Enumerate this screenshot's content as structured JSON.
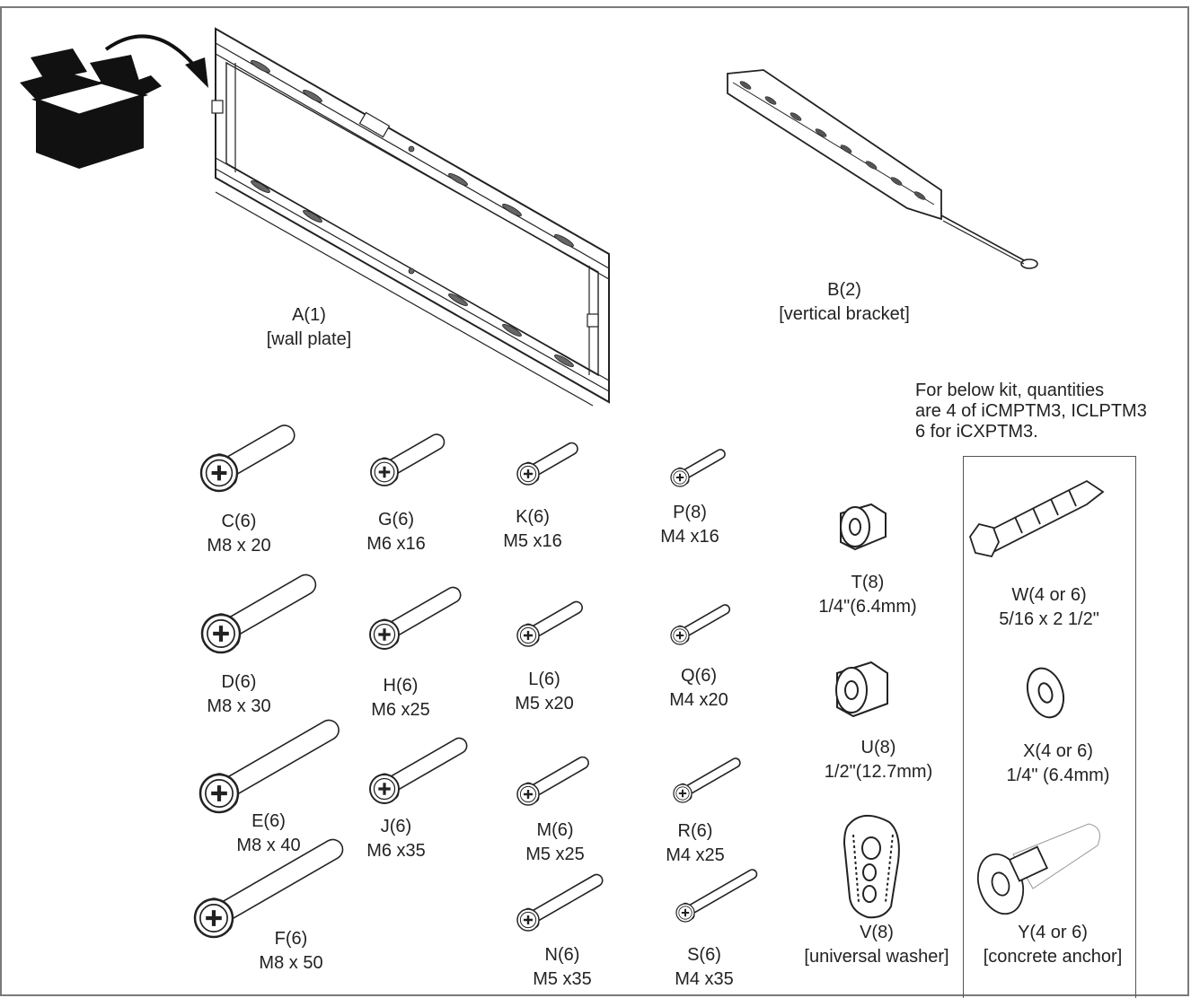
{
  "parts": {
    "A": {
      "id": "A(1)",
      "desc": "[wall plate]"
    },
    "B": {
      "id": "B(2)",
      "desc": "[vertical bracket]"
    },
    "C": {
      "id": "C(6)",
      "desc": "M8 x 20"
    },
    "D": {
      "id": "D(6)",
      "desc": "M8 x 30"
    },
    "E": {
      "id": "E(6)",
      "desc": "M8 x 40"
    },
    "F": {
      "id": "F(6)",
      "desc": "M8 x 50"
    },
    "G": {
      "id": "G(6)",
      "desc": "M6 x16"
    },
    "H": {
      "id": "H(6)",
      "desc": "M6 x25"
    },
    "J": {
      "id": "J(6)",
      "desc": "M6 x35"
    },
    "K": {
      "id": "K(6)",
      "desc": "M5 x16"
    },
    "L": {
      "id": "L(6)",
      "desc": "M5 x20"
    },
    "M": {
      "id": "M(6)",
      "desc": "M5 x25"
    },
    "N": {
      "id": "N(6)",
      "desc": "M5 x35"
    },
    "P": {
      "id": "P(8)",
      "desc": "M4 x16"
    },
    "Q": {
      "id": "Q(6)",
      "desc": "M4 x20"
    },
    "R": {
      "id": "R(6)",
      "desc": "M4 x25"
    },
    "S": {
      "id": "S(6)",
      "desc": "M4 x35"
    },
    "T": {
      "id": "T(8)",
      "desc": "1/4\"(6.4mm)"
    },
    "U": {
      "id": "U(8)",
      "desc": "1/2\"(12.7mm)"
    },
    "V": {
      "id": "V(8)",
      "desc": "[universal washer]"
    },
    "W": {
      "id": "W(4 or 6)",
      "desc": "5/16 x 2 1/2\""
    },
    "X": {
      "id": "X(4 or 6)",
      "desc": "1/4\" (6.4mm)"
    },
    "Y": {
      "id": "Y(4 or 6)",
      "desc": "[concrete anchor]"
    }
  },
  "kit_note": {
    "line1": "For below kit, quantities",
    "line2": "are 4 of iCMPTM3, ICLPTM3",
    "line3": "6 for iCXPTM3."
  },
  "icons": [
    "box-icon",
    "unpack-arrow-icon"
  ],
  "colors": {
    "line": "#222222",
    "frame": "#7a7a7a",
    "background": "#ffffff"
  }
}
